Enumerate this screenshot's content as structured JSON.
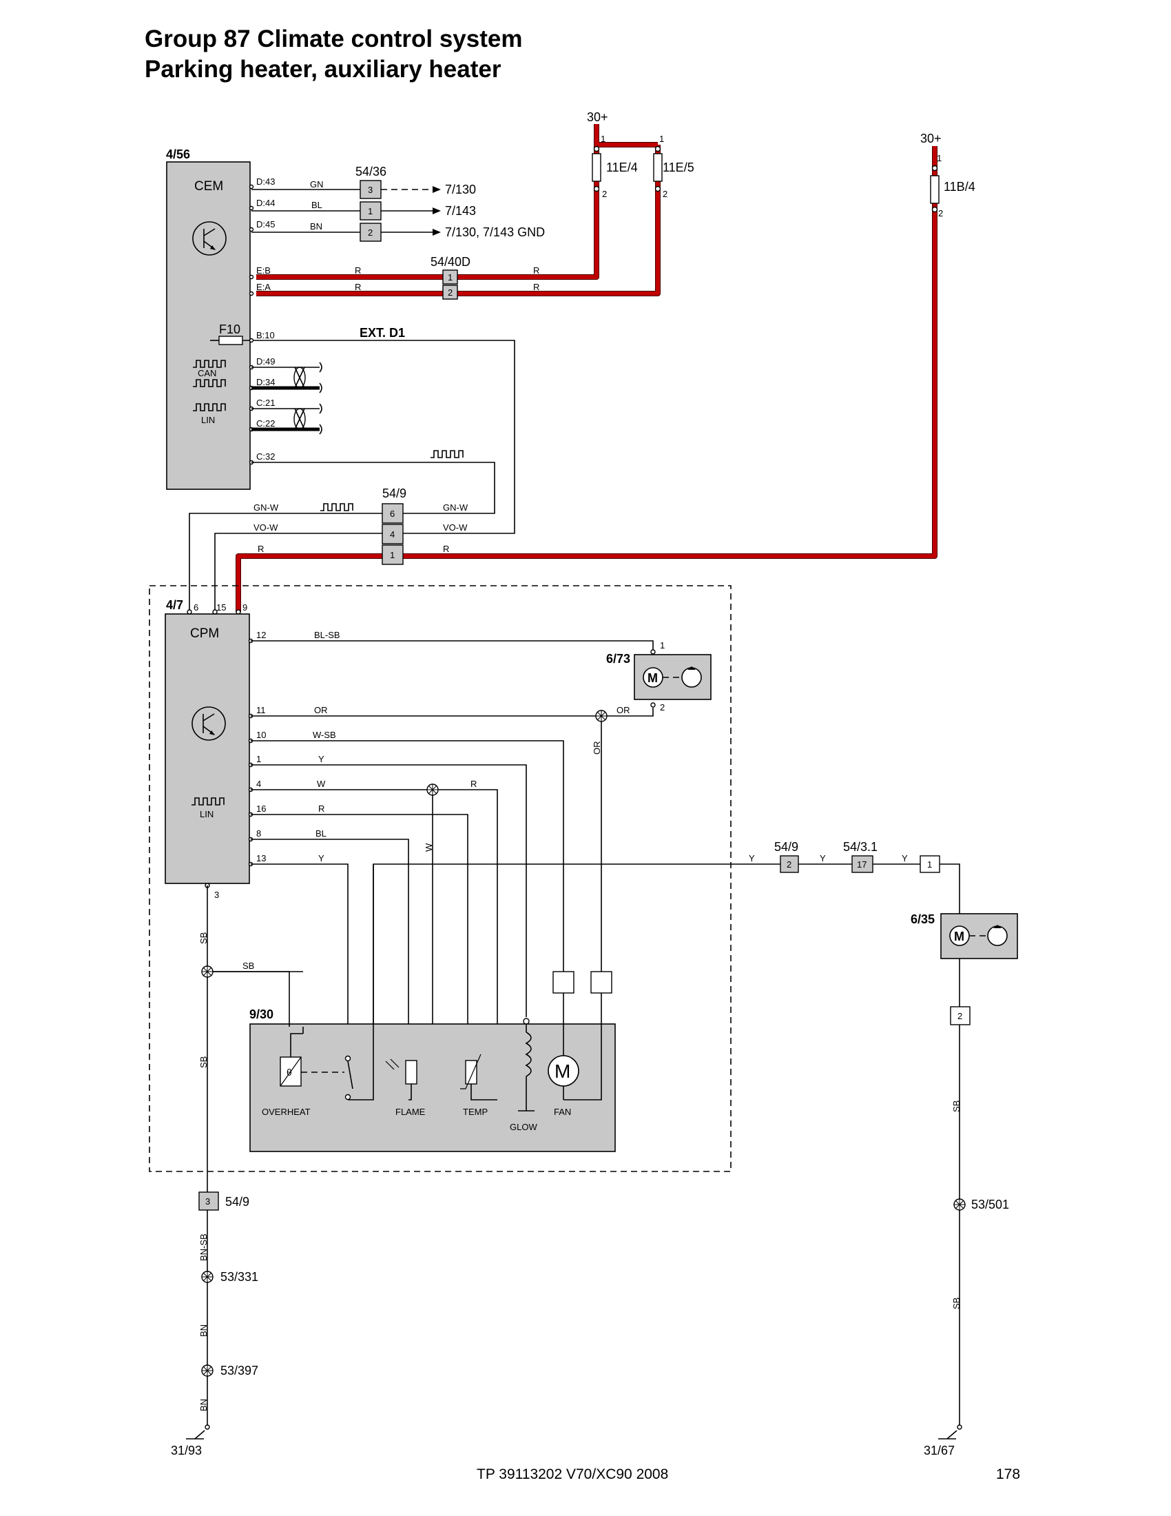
{
  "title": {
    "line1": "Group 87 Climate control system",
    "line2": "Parking heater, auxiliary heater"
  },
  "footer": {
    "doc": "TP 39113202 V70/XC90 2008",
    "page": "178"
  },
  "colors": {
    "power_wire": "#c00000",
    "component_fill": "#c8c8c8"
  },
  "supply": {
    "a": "30+",
    "b": "30+"
  },
  "fuses": [
    {
      "name": "11E/4",
      "pin_in": "1",
      "pin_out": "2"
    },
    {
      "name": "11E/5",
      "pin_in": "1",
      "pin_out": "2"
    },
    {
      "name": "11B/4",
      "pin_in": "1",
      "pin_out": "2"
    }
  ],
  "cem": {
    "ref": "4/56",
    "name": "CEM",
    "fuse": "F10",
    "can": "CAN",
    "lin": "LIN",
    "pins": [
      "D:43",
      "D:44",
      "D:45",
      "E:B",
      "E:A",
      "B:10",
      "D:49",
      "D:34",
      "C:21",
      "C:22",
      "C:32"
    ]
  },
  "conn_5436": {
    "ref": "54/36",
    "pins": [
      "3",
      "1",
      "2"
    ],
    "wires": [
      "GN",
      "BL",
      "BN"
    ],
    "targets": [
      "7/130",
      "7/143",
      "7/130, 7/143 GND"
    ]
  },
  "conn_5440d": {
    "ref": "54/40D",
    "pins": [
      "1",
      "2"
    ],
    "wire": "R"
  },
  "ext_d1": "EXT. D1",
  "conn_549_top": {
    "ref": "54/9",
    "pins": [
      "6",
      "4",
      "1"
    ],
    "wires": [
      "GN-W",
      "VO-W",
      "R"
    ]
  },
  "cpm": {
    "ref": "4/7",
    "name": "CPM",
    "lin": "LIN",
    "top_pins": [
      "6",
      "15",
      "9"
    ],
    "pins": [
      "12",
      "11",
      "10",
      "1",
      "4",
      "16",
      "8",
      "13"
    ],
    "wires": [
      "BL-SB",
      "OR",
      "W-SB",
      "Y",
      "W",
      "R",
      "BL",
      "Y"
    ],
    "gnd_pin": "3"
  },
  "pump": {
    "ref": "6/73",
    "pins": [
      "1",
      "2"
    ],
    "wire": "OR",
    "wire_vert": "OR"
  },
  "heater": {
    "ref": "9/30",
    "parts": [
      "OVERHEAT",
      "FLAME",
      "TEMP",
      "GLOW",
      "FAN"
    ],
    "wire_r": "R",
    "wire_w": "W",
    "wire_sb": "SB"
  },
  "aux": {
    "wire": "Y",
    "conns": [
      {
        "ref": "54/9",
        "pin": "2"
      },
      {
        "ref": "54/3.1",
        "pin": "17"
      }
    ],
    "pump_ref": "6/35",
    "pins": [
      "1",
      "2"
    ],
    "wire_sb": "SB",
    "splice": "53/501",
    "ground": "31/67"
  },
  "ground_left": {
    "wires": [
      "SB",
      "SB",
      "BN-SB",
      "BN",
      "BN"
    ],
    "conn": {
      "ref": "54/9",
      "pin": "3"
    },
    "splices": [
      "53/331",
      "53/397"
    ],
    "ground": "31/93"
  }
}
